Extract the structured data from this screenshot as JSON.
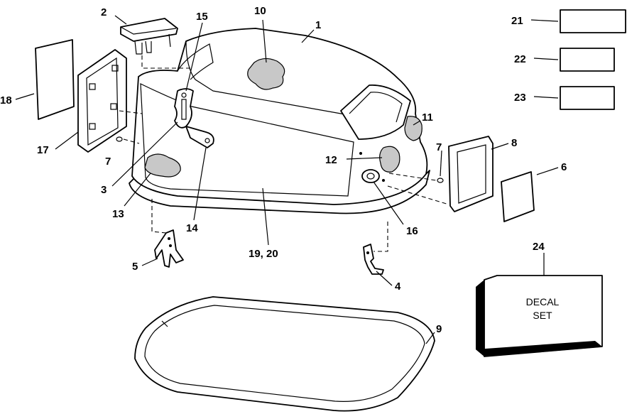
{
  "callouts": {
    "c1": "1",
    "c2": "2",
    "c3": "3",
    "c4": "4",
    "c5": "5",
    "c6": "6",
    "c7a": "7",
    "c7b": "7",
    "c8": "8",
    "c9": "9",
    "c10": "10",
    "c11": "11",
    "c12": "12",
    "c13": "13",
    "c14": "14",
    "c15": "15",
    "c16": "16",
    "c17": "17",
    "c18": "18",
    "c19_20": "19, 20",
    "c21": "21",
    "c22": "22",
    "c23": "23",
    "c24": "24"
  },
  "decal_box": {
    "line1": "DECAL",
    "line2": "SET"
  }
}
